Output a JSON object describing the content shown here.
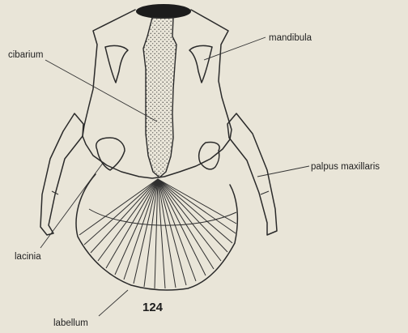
{
  "labels": {
    "cibarium": "cibarium",
    "mandibula": "mandibula",
    "palpus_maxillaris": "palpus maxillaris",
    "lacinia": "lacinia",
    "labellum": "labellum"
  },
  "figure_number": "124",
  "colors": {
    "paper": "#e9e5d8",
    "ink": "#2a2a2a",
    "cibarium_fill": "#d6d2c3"
  }
}
